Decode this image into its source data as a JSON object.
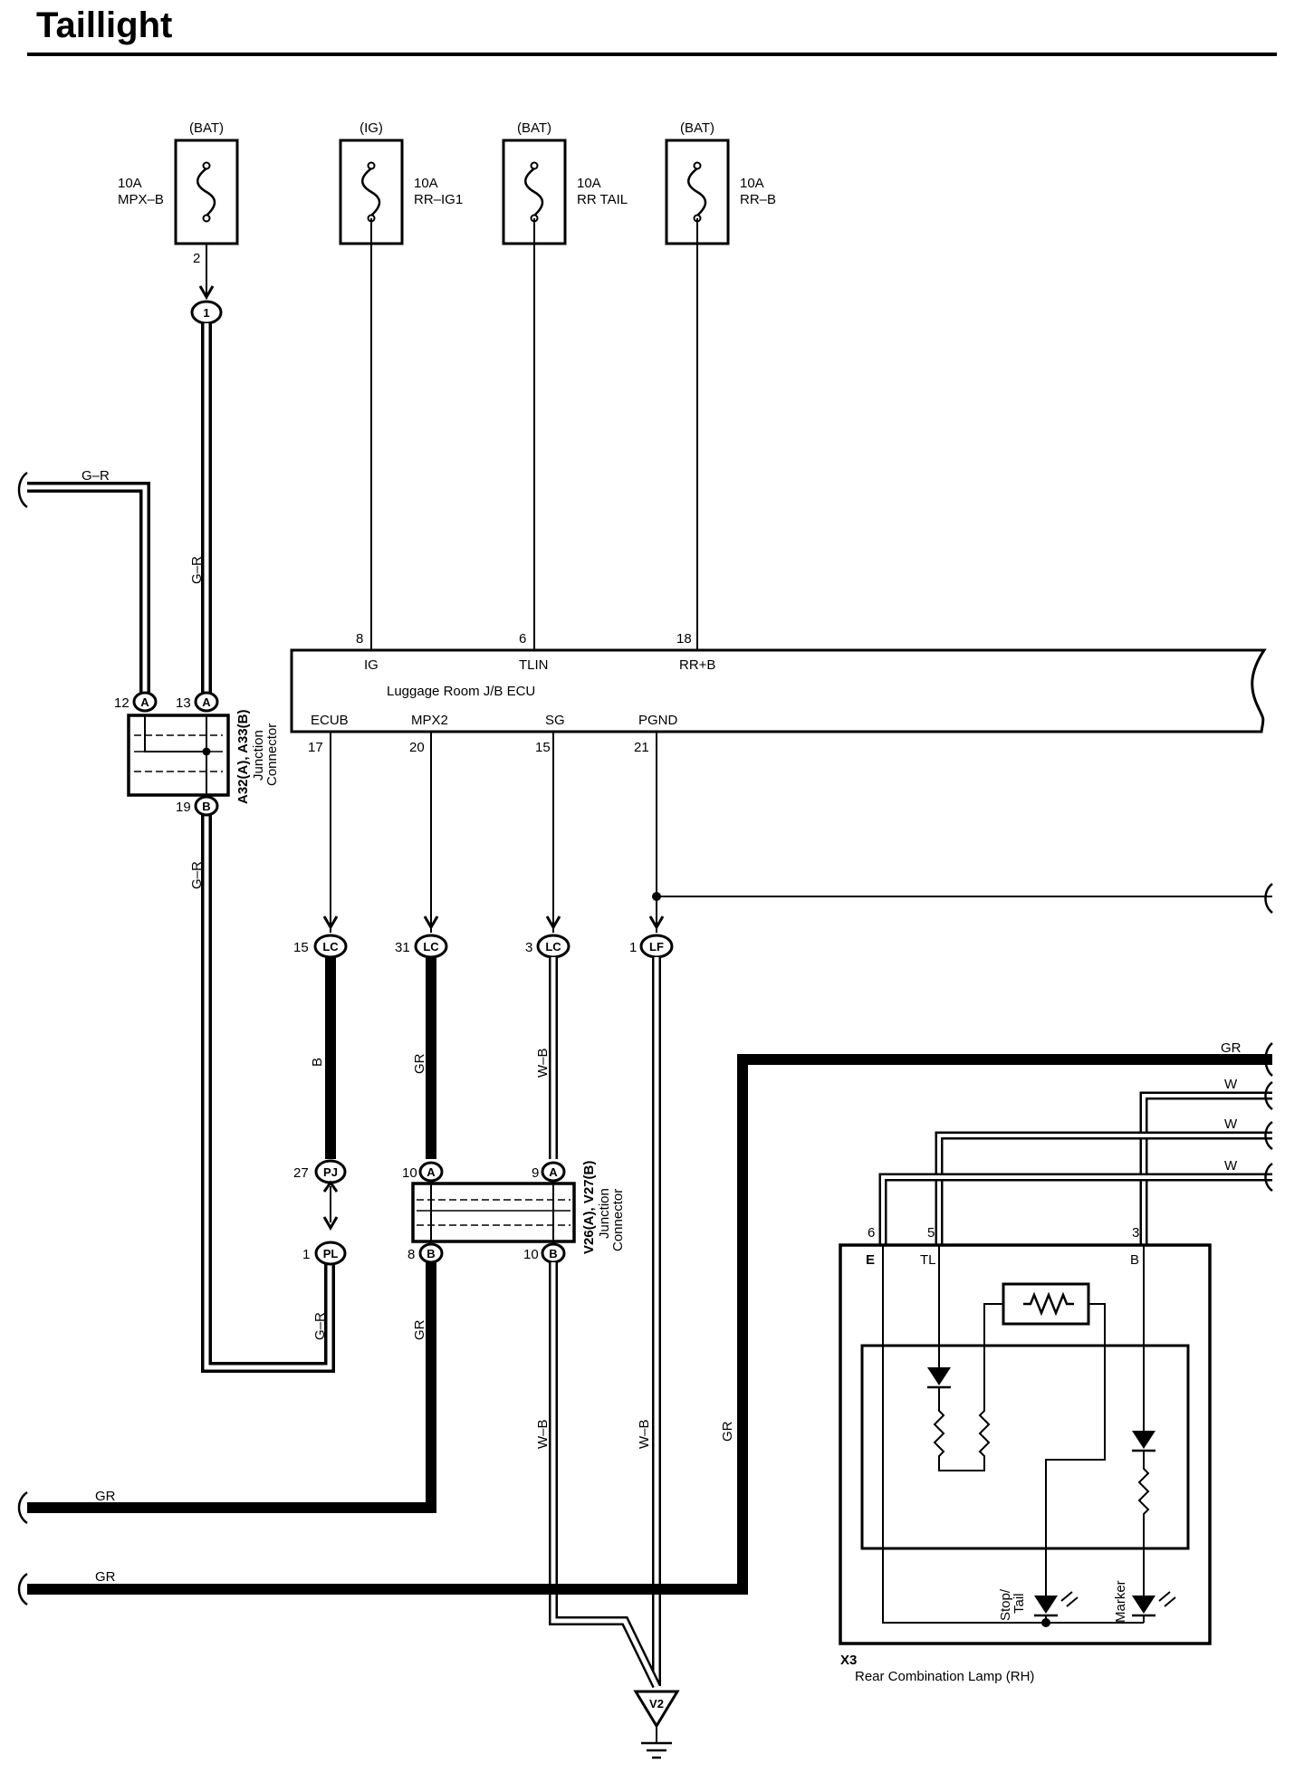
{
  "title": "Taillight",
  "fuses": [
    {
      "source": "(BAT)",
      "rating": "10A",
      "name": "MPX–B"
    },
    {
      "source": "(IG)",
      "rating": "10A",
      "name": "RR–IG1"
    },
    {
      "source": "(BAT)",
      "rating": "10A",
      "name": "RR TAIL"
    },
    {
      "source": "(BAT)",
      "rating": "10A",
      "name": "RR–B"
    }
  ],
  "fuse_pin": "2",
  "ecu": {
    "name": "Luggage Room J/B ECU",
    "top_pins": [
      {
        "num": "8",
        "label": "IG"
      },
      {
        "num": "6",
        "label": "TLIN"
      },
      {
        "num": "18",
        "label": "RR+B"
      }
    ],
    "bottom_pins": [
      {
        "num": "17",
        "label": "ECUB"
      },
      {
        "num": "20",
        "label": "MPX2"
      },
      {
        "num": "15",
        "label": "SG"
      },
      {
        "num": "21",
        "label": "PGND"
      }
    ]
  },
  "connectors": {
    "c1": "1",
    "lc": "LC",
    "lf": "LF",
    "pj": "PJ",
    "pl": "PL",
    "a": "A",
    "b": "B",
    "v2": "V2"
  },
  "junction_a": {
    "name": "A32(A), A33(B)",
    "desc1": "Junction",
    "desc2": "Connector",
    "pin_12": "12",
    "pin_13": "13",
    "pin_19": "19"
  },
  "junction_v": {
    "name": "V26(A), V27(B)",
    "desc1": "Junction",
    "desc2": "Connector",
    "pin_10a": "10",
    "pin_9": "9",
    "pin_8": "8",
    "pin_10b": "10"
  },
  "pins": {
    "p15": "15",
    "p31": "31",
    "p3": "3",
    "p1": "1",
    "p27": "27",
    "p1b": "1",
    "p6": "6",
    "p5": "5",
    "p3b": "3"
  },
  "wires": {
    "gr_dash": "G–R",
    "b": "B",
    "gr": "GR",
    "wb": "W–B",
    "w": "W"
  },
  "lamp": {
    "code": "X3",
    "name": "Rear Combination Lamp (RH)",
    "pin_e": "E",
    "pin_tl": "TL",
    "pin_b": "B",
    "led1": "Stop/",
    "led1b": "Tail",
    "led2": "Marker"
  }
}
